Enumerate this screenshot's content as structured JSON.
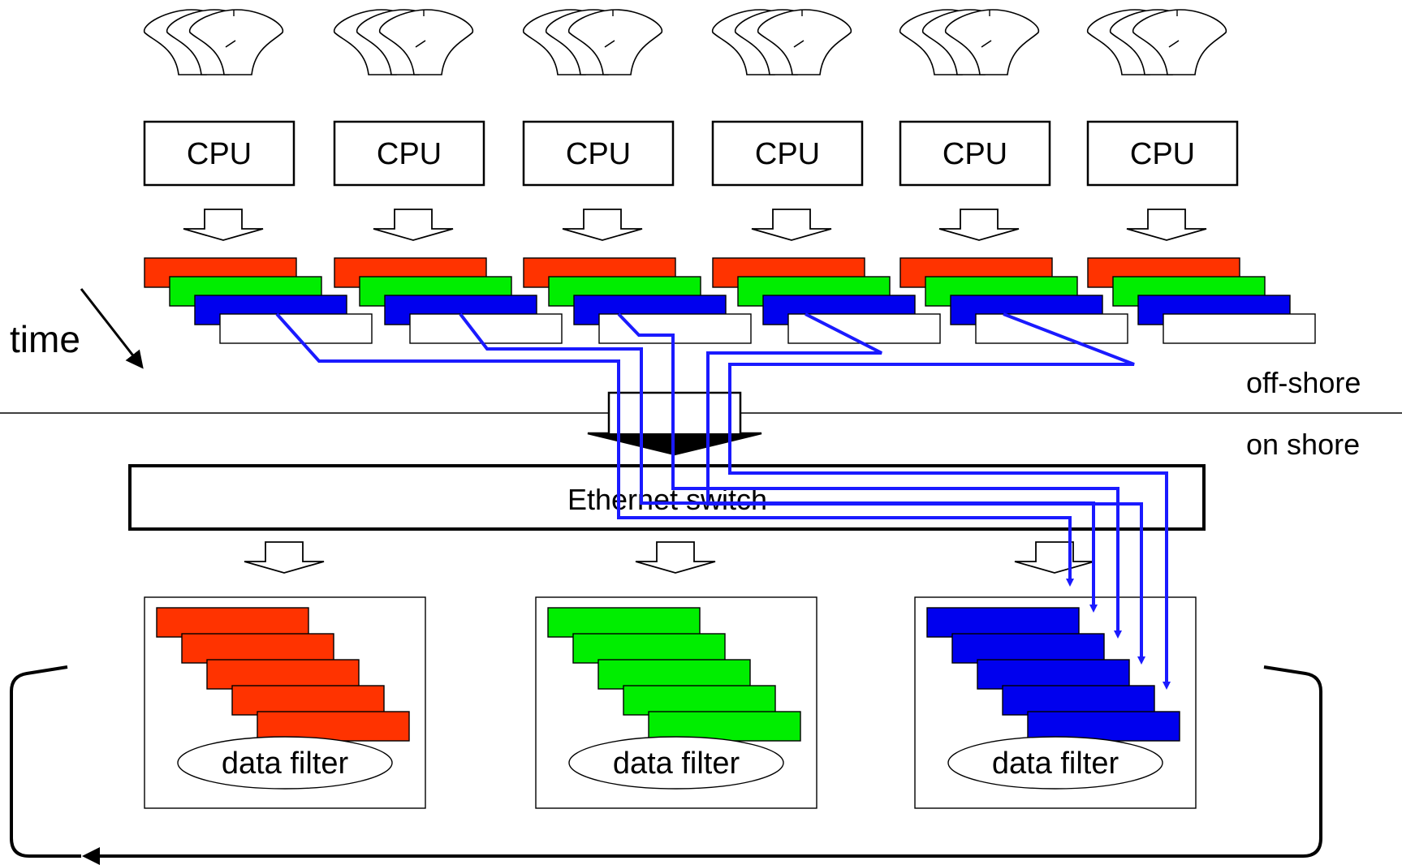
{
  "diagram": {
    "cpu_label": "CPU",
    "cpu_count": 6,
    "time_label": "time",
    "offshore_label": "off-shore",
    "onshore_label": "on shore",
    "switch_label": "Ethernet switch",
    "filter_label": "data filter",
    "filter_count": 3,
    "colors": {
      "red": "#ff3300",
      "green": "#00ee00",
      "blue": "#0000ee",
      "path": "#1a1aff",
      "line": "#000000"
    }
  }
}
